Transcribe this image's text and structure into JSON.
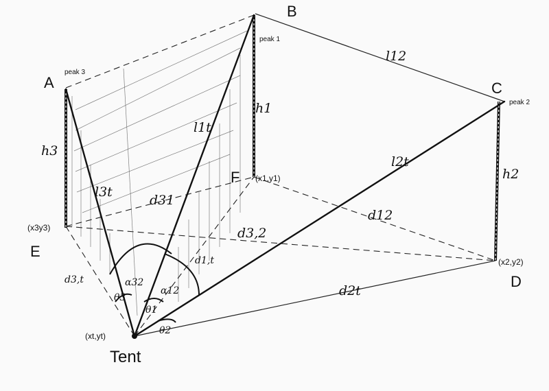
{
  "points": {
    "A": "A",
    "B": "B",
    "C": "C",
    "D": "D",
    "E": "E",
    "F": "F"
  },
  "peaks": {
    "peak1": "peak 1",
    "peak2": "peak 2",
    "peak3": "peak 3"
  },
  "coords": {
    "tent": "(xt,yt)",
    "f": "(x1,y1)",
    "d": "(x2,y2)",
    "e": "(x3y3)"
  },
  "tent_label": "Tent",
  "heights": {
    "h1": "h1",
    "h2": "h2",
    "h3": "h3"
  },
  "lengths": {
    "l12": "l12",
    "l1t": "l1t",
    "l2t": "l2t",
    "l3t": "l3t"
  },
  "distances": {
    "d31": "d31",
    "d12": "d12",
    "d32": "d3,2",
    "d1t": "d1,t",
    "d2t": "d2t",
    "d3t": "d3,t"
  },
  "angles": {
    "a32": "α32",
    "a12": "α12",
    "t1": "θ1",
    "t2": "θ2",
    "t3": "θ3"
  }
}
